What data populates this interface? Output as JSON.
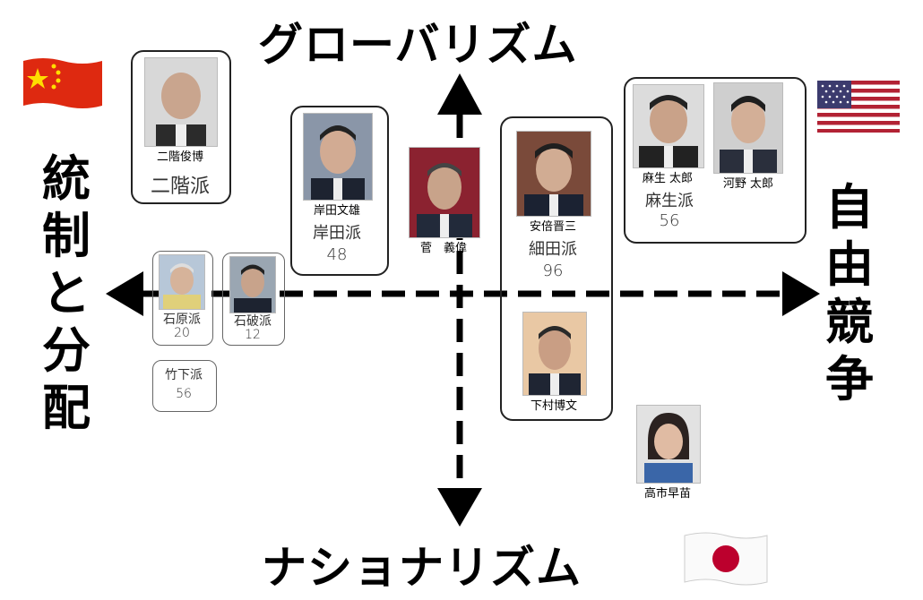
{
  "axes": {
    "top": "グローバリズム",
    "bottom": "ナショナリズム",
    "left": "統制と分配",
    "right": "自由競争"
  },
  "flags": {
    "china": "china-flag-icon",
    "usa": "usa-flag-icon",
    "japan": "japan-flag-icon"
  },
  "people": {
    "nikai": {
      "name": "二階俊博",
      "faction": "二階派"
    },
    "kishida": {
      "name": "岸田文雄",
      "faction": "岸田派",
      "count": "48"
    },
    "suga": {
      "name": "菅　義偉"
    },
    "abe": {
      "name": "安倍晋三",
      "faction": "細田派",
      "count": "96"
    },
    "aso": {
      "name": "麻生 太郎",
      "faction": "麻生派",
      "count": "56"
    },
    "kono": {
      "name": "河野 太郎"
    },
    "ishihara": {
      "faction": "石原派",
      "count": "20"
    },
    "ishiba": {
      "faction": "石破派",
      "count": "12"
    },
    "takeshita": {
      "faction": "竹下派",
      "count": "56"
    },
    "shimomura": {
      "name": "下村博文"
    },
    "takaichi": {
      "name": "高市早苗"
    }
  },
  "colors": {
    "axis": "#000000",
    "china_red": "#de2910",
    "china_yellow": "#ffde00",
    "us_red": "#b22234",
    "us_blue": "#3c3b6e",
    "jp_red": "#bc002d"
  }
}
